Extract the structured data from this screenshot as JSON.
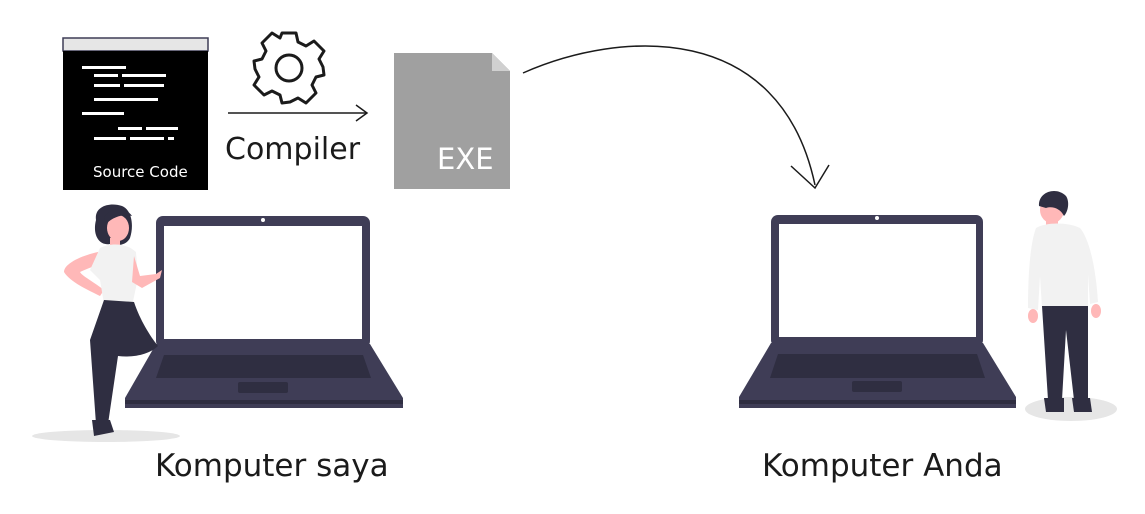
{
  "source_code": {
    "label": "Source Code",
    "window_color": "#000000",
    "titlebar_color": "#e6e6e6"
  },
  "compiler": {
    "label": "Compiler",
    "icon": "gear-icon"
  },
  "executable": {
    "label": "EXE",
    "icon": "file-icon",
    "color": "#a0a0a0"
  },
  "my_computer": {
    "label": "Komputer saya"
  },
  "your_computer": {
    "label": "Komputer Anda"
  },
  "colors": {
    "laptop_body": "#3f3d56",
    "laptop_screen": "#ffffff",
    "person_dark": "#2f2e41",
    "skin": "#ffb8b8",
    "shirt": "#f2f2f2",
    "shadow": "#e6e6e6"
  }
}
